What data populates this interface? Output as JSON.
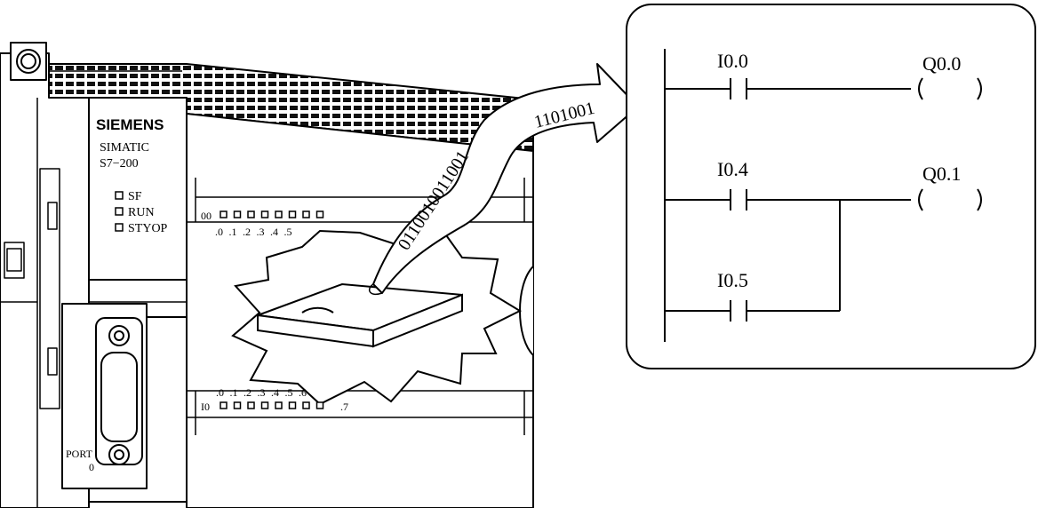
{
  "plc": {
    "brand": "SIEMENS",
    "model_line": "SIMATIC",
    "model": "S7−200",
    "status_leds": [
      "SF",
      "RUN",
      "STYOP"
    ],
    "output_group_label": "00",
    "output_bits": [
      ".0",
      ".1",
      ".2",
      ".3",
      ".4",
      ".5"
    ],
    "input_group_label": "I0",
    "input_bits": [
      ".0",
      ".1",
      ".2",
      ".3",
      ".4",
      ".5",
      ".6",
      ".7"
    ],
    "port_label": "PORT",
    "port_number": "0"
  },
  "data_stream": {
    "bits_lower": "0110010011001",
    "bits_upper": "1101001"
  },
  "ladder": {
    "rung1": {
      "contact": "I0.0",
      "coil": "Q0.0"
    },
    "rung2": {
      "contact": "I0.4",
      "parallel_contact": "I0.5",
      "coil": "Q0.1"
    }
  }
}
